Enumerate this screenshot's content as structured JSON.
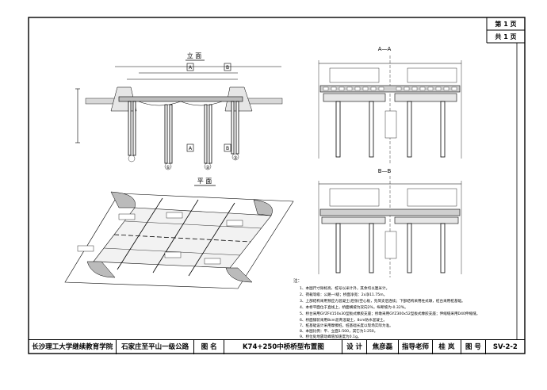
{
  "page_box": {
    "page_no": "第 1 页",
    "total": "共 1 页"
  },
  "title_block": {
    "school": "长沙理工大学继续教育学院",
    "project": "石家庄至平山一级公路",
    "drawing_label": "图 名",
    "drawing_name": "K74+250中桥桥型布置图",
    "design_label": "设 计",
    "designer": "焦彦磊",
    "advisor_label": "指导老师",
    "advisor": "桂 岚",
    "drawing_no_label": "图 号",
    "drawing_no": "SV-2-2"
  },
  "views": {
    "elevation_title": "立 面",
    "plan_title": "平 面",
    "section_aa": "A—A",
    "section_bb": "B—B",
    "mark_a": "A",
    "mark_b": "B",
    "pier_labels": [
      "①",
      "②",
      "③"
    ]
  },
  "notes": [
    "注：",
    "1、本图尺寸除标高、桩号以米计外，其余均以厘米计。",
    "2、荷载等级：公路—Ⅰ级；桥面净宽：2x净11.75m。",
    "3、上部结构采用预应力混凝土(后张)空心板，先简支后连续；下部结构采用柱式墩，桩台采用桩基础。",
    "4、本桥平面位于直线上，桥面横坡为双向2%，纵断坡为-0.32%。",
    "5、桥台采用GYZF4150x30型板式橡胶支座；桥墩采用GYZ300x52型板式橡胶支座；伸缩缝采用D40伸缩缝。",
    "6、桥面铺装采用8cm沥青混凝土，8cm防水混凝土。",
    "7、桩基础设计采用摩擦桩，桩基础长度以现场实际为准。",
    "8、本图比例：平、立面1:500，其它为1:250。",
    "9、桥位处地震动峰值加速度为0.1g。"
  ]
}
